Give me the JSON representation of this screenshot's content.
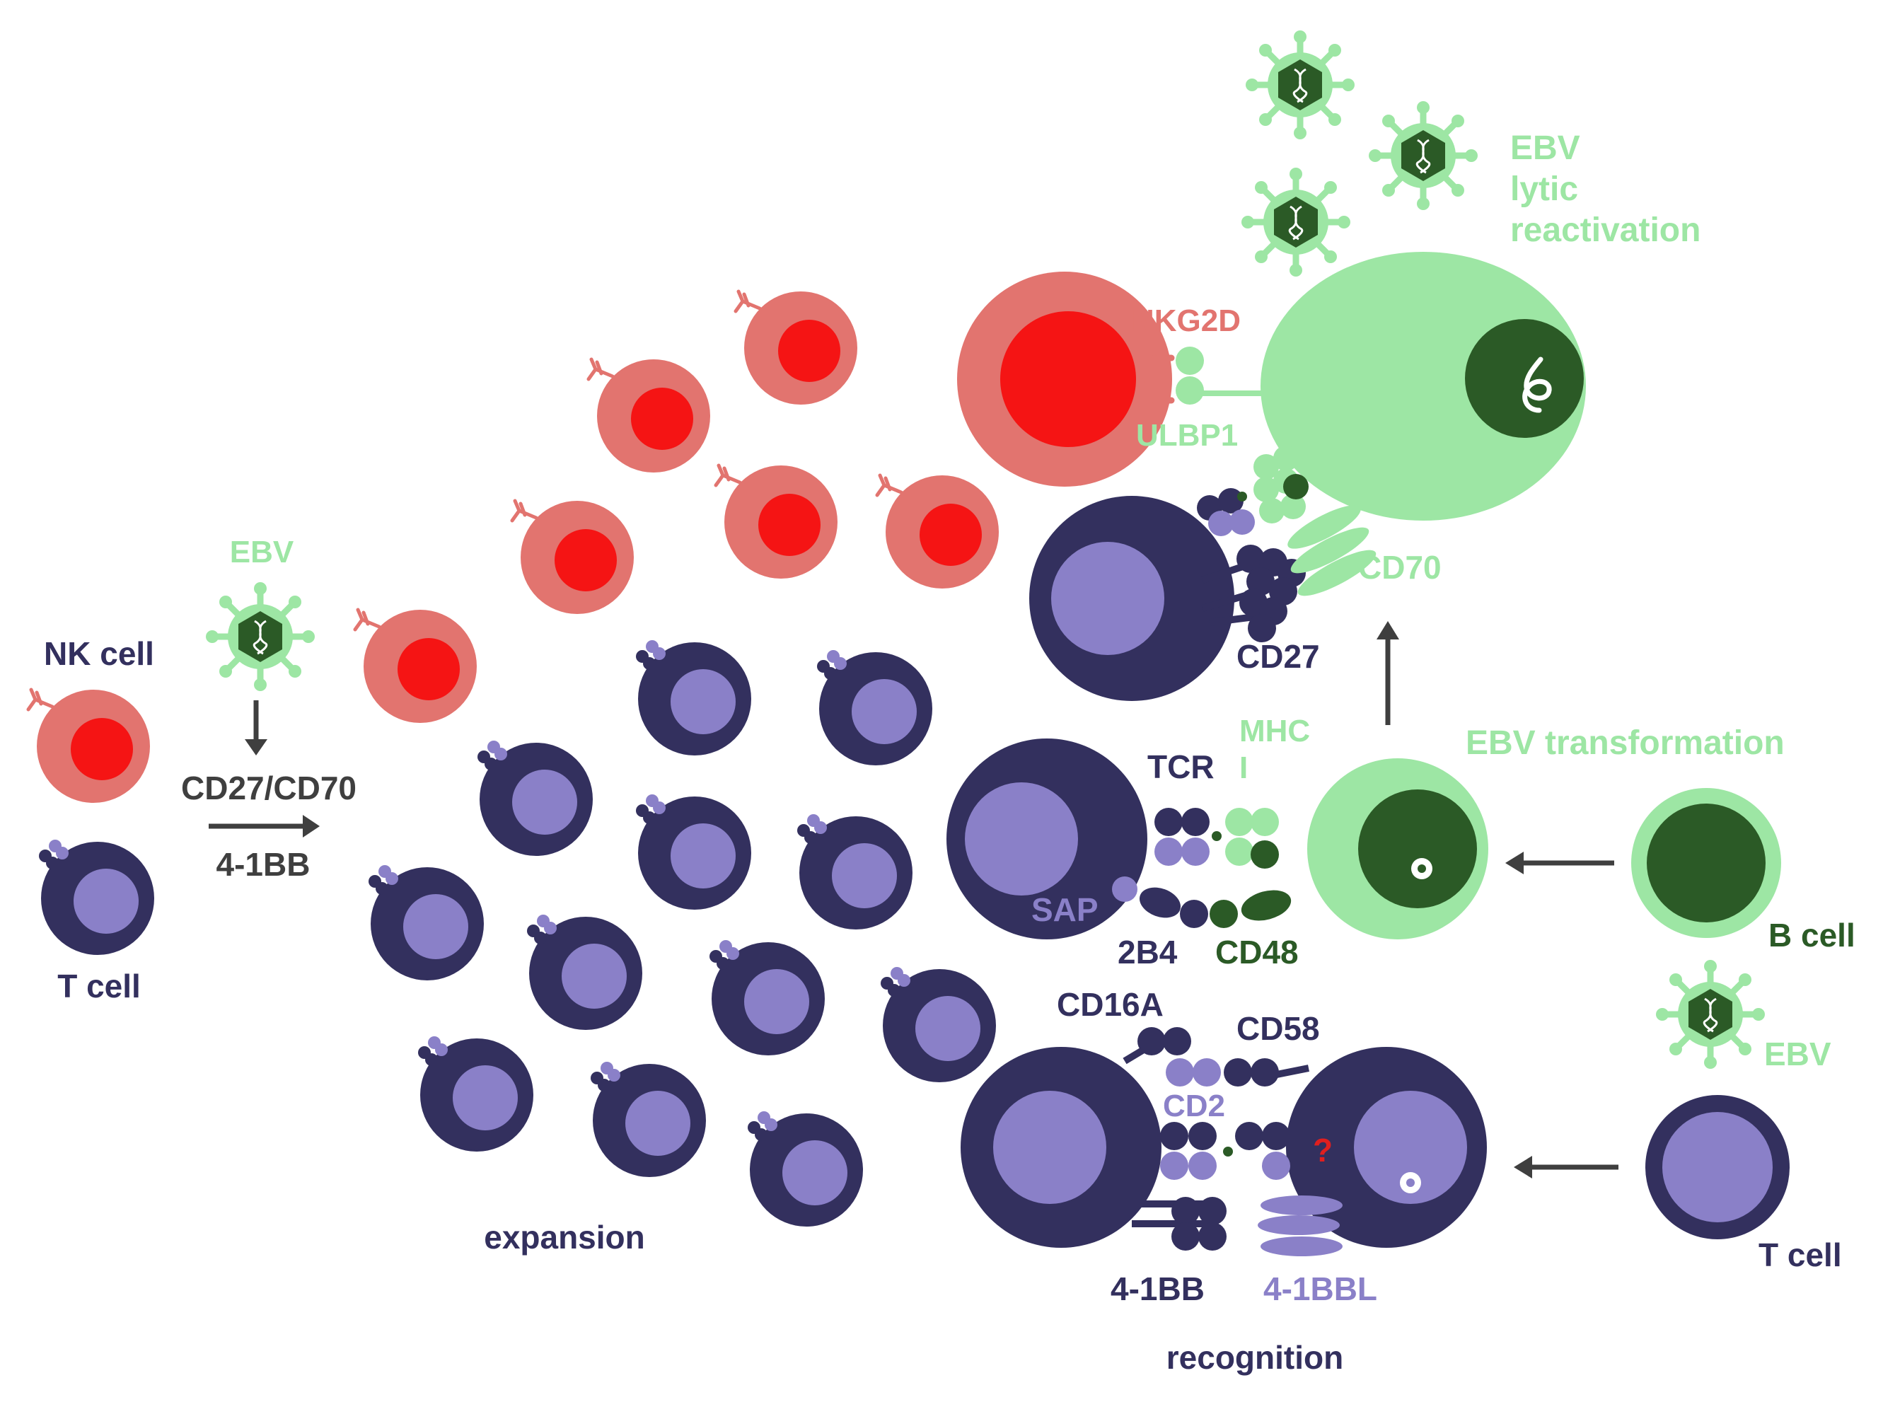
{
  "colors": {
    "tcell_dark": "#33305e",
    "tcell_light": "#8a80c8",
    "nk_outer": "#e2746f",
    "nk_inner": "#f51414",
    "ebv_green": "#9de6a4",
    "ebv_dark": "#2b5a26",
    "arrow": "#3f3f3f",
    "question": "#e01f1f"
  },
  "icons": [
    "virus-icon",
    "dna-icon",
    "nk-cell-icon",
    "t-cell-icon",
    "b-cell-icon",
    "receptor-icon",
    "arrow-icon"
  ],
  "labels": {
    "nk_cell": "NK cell",
    "t_cell_left": "T cell",
    "ebv_left": "EBV",
    "cd27_cd70_stim": "CD27/CD70",
    "stim_41bb": "4-1BB",
    "expansion": "expansion",
    "recognition": "recognition",
    "ebv_lytic_1": "EBV",
    "ebv_lytic_2": "lytic",
    "ebv_lytic_3": "reactivation",
    "nkg2d": "NKG2D",
    "ulbp1": "ULBP1",
    "cd70": "CD70",
    "cd27": "CD27",
    "tcr": "TCR",
    "mhc_1": "MHC",
    "mhc_2": "I",
    "ebv_transformation": "EBV transformation",
    "sap": "SAP",
    "b4_2": "2B4",
    "cd48": "CD48",
    "b_cell": "B cell",
    "cd16a": "CD16A",
    "cd58": "CD58",
    "cd2": "CD2",
    "question": "?",
    "ebv_right": "EBV",
    "bb41_bottom": "4-1BB",
    "bb41l": "4-1BBL",
    "t_cell_right": "T cell"
  }
}
